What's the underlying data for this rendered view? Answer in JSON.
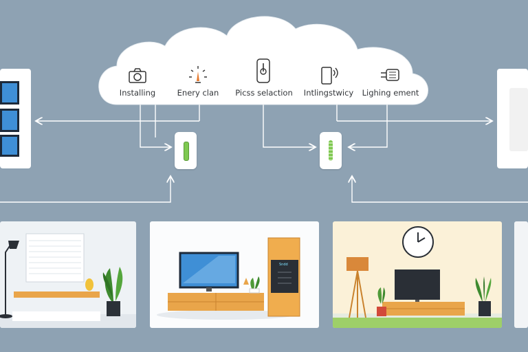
{
  "cloud": {
    "items": [
      {
        "label": "Installing",
        "icon": "camera-icon"
      },
      {
        "label": "Enery clan",
        "icon": "gauge-icon"
      },
      {
        "label": "Picss selaction",
        "icon": "smart-plug-icon"
      },
      {
        "label": "Intlingstwicy",
        "icon": "smartphone-wifi-icon"
      },
      {
        "label": "Lighing ement",
        "icon": "light-bulb-icon"
      }
    ]
  },
  "devices": {
    "center_screen_text": "Sndd"
  },
  "colors": {
    "background": "#8ea2b3",
    "accent_green": "#7ec850",
    "wood": "#e9a54a",
    "screen_blue": "#3f8fd6"
  }
}
